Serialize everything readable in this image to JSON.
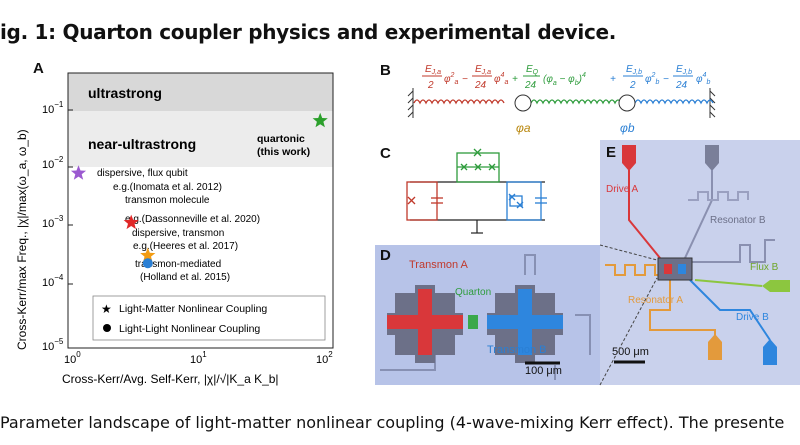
{
  "figure": {
    "title": "ig. 1: Quarton coupler physics and experimental device.",
    "caption": "Parameter landscape of light-matter nonlinear coupling (4-wave-mixing Kerr effect). The presente"
  },
  "panel_labels": {
    "a": "A",
    "b": "B",
    "c": "C",
    "d": "D",
    "e": "E"
  },
  "panel_a": {
    "band_ultrastrong": "ultrastrong",
    "band_near_ultrastrong": "near-ultrastrong",
    "quartonic_line1": "quartonic",
    "quartonic_line2": "(this work)",
    "ann1": "dispersive, flux qubit",
    "ann2": "e.g.(Inomata et al. 2012)",
    "ann3": "transmon molecule",
    "ann4": "e.g.(Dassonneville et al. 2020)",
    "ann5": "dispersive, transmon",
    "ann6": "e.g.(Heeres et al. 2017)",
    "ann7": "transmon-mediated",
    "ann8": "(Holland et al. 2015)",
    "legend_star": "Light-Matter Nonlinear Coupling",
    "legend_dot": "Light-Light Nonlinear Coupling",
    "ylabel": "Cross-Kerr/max Freq., |χ|/max(ω_a, ω_b)",
    "xlabel": "Cross-Kerr/Avg. Self-Kerr, |χ|/√|K_a K_b|",
    "ytick_base": "10",
    "yticks_exp": [
      "−1",
      "−2",
      "−3",
      "−4",
      "−5"
    ],
    "xtick_base": "10",
    "xticks_exp": [
      "0",
      "1",
      "2"
    ]
  },
  "chart_data": {
    "type": "scatter",
    "xscale": "log",
    "yscale": "log",
    "xlim": [
      1,
      100
    ],
    "ylim": [
      1e-05,
      0.3
    ],
    "xlabel": "Cross-Kerr/Avg. Self-Kerr, |χ|/√|K_a K_b|",
    "ylabel": "Cross-Kerr/max Freq., |χ|/max(ω_a, ω_b)",
    "bands": [
      {
        "label": "ultrastrong",
        "y_from": 0.1,
        "y_to": 0.3
      },
      {
        "label": "near-ultrastrong",
        "y_from": 0.01,
        "y_to": 0.1
      }
    ],
    "points": [
      {
        "marker": "star",
        "color": "#9b59d0",
        "x": 1.2,
        "y": 0.007
      },
      {
        "marker": "star",
        "color": "#e02828",
        "x": 3.0,
        "y": 0.0011
      },
      {
        "marker": "star",
        "color": "#f39c12",
        "x": 4.0,
        "y": 0.00032
      },
      {
        "marker": "dot",
        "color": "#2a7fd4",
        "x": 4.0,
        "y": 0.00024
      },
      {
        "marker": "star",
        "color": "#2ca02c",
        "x": 80,
        "y": 0.05
      }
    ],
    "legend": [
      "Light-Matter Nonlinear Coupling",
      "Light-Light Nonlinear Coupling"
    ]
  },
  "panel_b": {
    "phi_a": "φa",
    "phi_b": "φb",
    "colors": {
      "red": "#c0392b",
      "green": "#2e9c3c",
      "blue": "#2a7fd4",
      "gold": "#b8860b"
    }
  },
  "panel_d": {
    "transmon_a": "Transmon A",
    "quarton": "Quarton",
    "transmon_b": "Transmon B",
    "scale": "100 μm"
  },
  "panel_e": {
    "drive_a": "Drive A",
    "resonator_b": "Resonator B",
    "flux_b": "Flux B",
    "resonator_a": "Resonator A",
    "drive_b": "Drive B",
    "scale": "500 μm"
  }
}
